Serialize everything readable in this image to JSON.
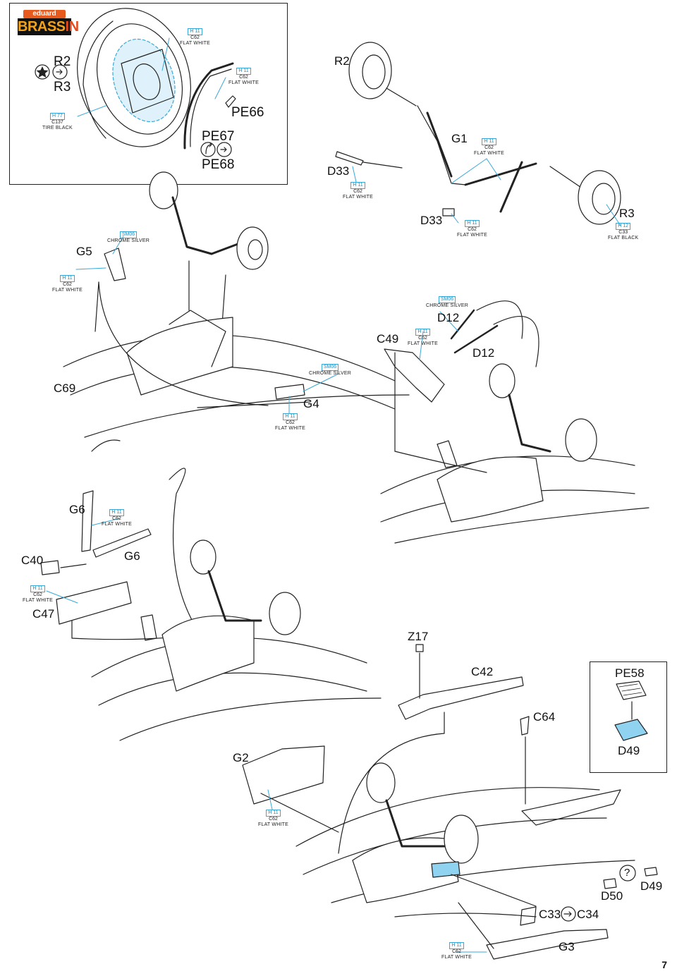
{
  "brand": {
    "top": "eduard",
    "bottom_a": "BRASS",
    "bottom_b": "IN"
  },
  "page_number": "7",
  "part_labels": {
    "r2a": "R2",
    "r3a": "R3",
    "pe66": "PE66",
    "pe67": "PE67",
    "pe68": "PE68",
    "r2b": "R2",
    "g1": "G1",
    "d33a": "D33",
    "d33b": "D33",
    "r3b": "R3",
    "g5": "G5",
    "d12a": "D12",
    "c49": "C49",
    "d12b": "D12",
    "c69": "C69",
    "g4": "G4",
    "g6a": "G6",
    "g6b": "G6",
    "c40": "C40",
    "c47": "C47",
    "z17": "Z17",
    "c42": "C42",
    "pe58": "PE58",
    "c64": "C64",
    "d49a": "D49",
    "g2": "G2",
    "d50": "D50",
    "d49b": "D49",
    "c33": "C33",
    "c34": "C34",
    "g3": "G3"
  },
  "paint": {
    "white": {
      "h": "H 11",
      "c": "C62",
      "name": "FLAT WHITE"
    },
    "tire": {
      "h": "H 77",
      "c": "C137",
      "name": "TIRE BLACK"
    },
    "black": {
      "h": "H 12",
      "c": "C33",
      "name": "FLAT BLACK"
    },
    "silver": {
      "sm": "SM06",
      "name": "CHROME SILVER"
    }
  },
  "symbols": {
    "question": "?"
  },
  "colors": {
    "accent_blue": "#39a9d9",
    "logo_orange": "#e65a1e",
    "logo_gold": "#f2a21a",
    "highlight": "#8fd3f0"
  }
}
